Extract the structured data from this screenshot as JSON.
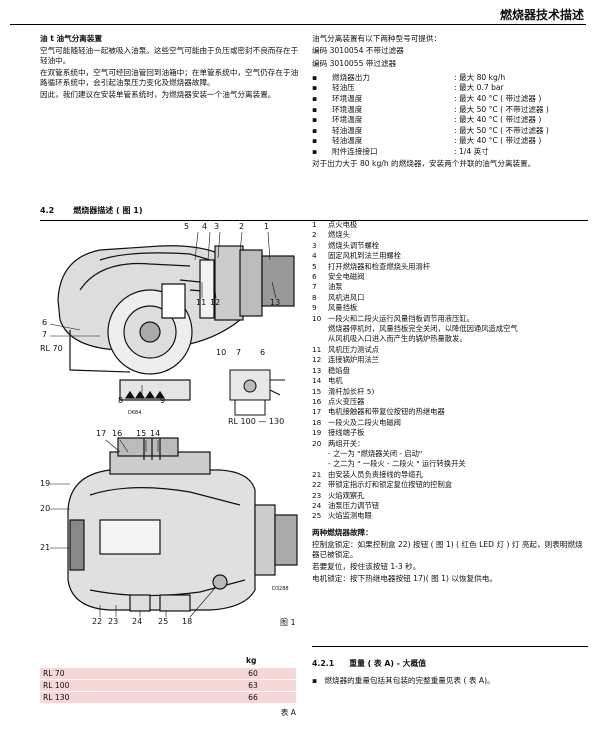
{
  "header": {
    "title": "燃烧器技术描述"
  },
  "left_top": {
    "heading": "油 t 油气分离装置",
    "p1": "空气可能随轻油一起被吸入油泵。这些空气可能由于负压或密封不良而存在于轻油中。",
    "p2": "在双管系统中，空气可经回油管回到油箱中；在单管系统中，空气仍存在于油路循环系统中，会引起油泵压力变化及燃烧器故障。",
    "p3": "因此，我们建议在安装单管系统时，为燃烧器安装一个油气分离装置。"
  },
  "right_top": {
    "intro": "油气分离装置有以下两种型号可提供：",
    "code1": "编码 3010054 不带过滤器",
    "code2": "编码 3010055 带过滤器",
    "specs": [
      {
        "label": "燃烧器出力",
        "value": ": 最大 80 kg/h"
      },
      {
        "label": "轻油压",
        "value": ": 最大 0.7 bar"
      },
      {
        "label": "环境温度",
        "value": ": 最大 40 °C ( 带过滤器 )"
      },
      {
        "label": "环境温度",
        "value": ": 最大 50 °C ( 不带过滤器 )"
      },
      {
        "label": "环境温度",
        "value": ": 最大 40 °C ( 带过滤器 )"
      },
      {
        "label": "轻油温度",
        "value": ": 最大 50 °C ( 不带过滤器 )"
      },
      {
        "label": "轻油温度",
        "value": ": 最大 40 °C ( 带过滤器 )"
      },
      {
        "label": "附件连接接口",
        "value": ": 1/4 英寸"
      }
    ],
    "note": "对于出力大于 80 kg/h 的燃烧器，安装两个并联的油气分离装置。"
  },
  "section42": {
    "num": "4.2",
    "title": "燃烧器描述 ( 图 1)"
  },
  "legend": [
    {
      "n": "1",
      "t": "点火电极"
    },
    {
      "n": "2",
      "t": "燃烧头"
    },
    {
      "n": "3",
      "t": "燃烧头调节螺栓"
    },
    {
      "n": "4",
      "t": "固定风机到法兰用螺栓"
    },
    {
      "n": "5",
      "t": "打开燃烧器和检查燃烧头用滑杆"
    },
    {
      "n": "6",
      "t": "安全电磁阀"
    },
    {
      "n": "7",
      "t": "油泵"
    },
    {
      "n": "8",
      "t": "风机进风口"
    },
    {
      "n": "9",
      "t": "风量挡板"
    },
    {
      "n": "10",
      "t": "一段火和二段火运行风量挡板调节用液压缸。"
    },
    {
      "n": "",
      "t": "燃烧器停机时，风量挡板完全关闭，以降低因通风造成空气"
    },
    {
      "n": "",
      "t": "从风机吸入口进入而产生的锅炉热量散发。"
    },
    {
      "n": "11",
      "t": "风机压力测试点"
    },
    {
      "n": "12",
      "t": "连接锅炉用法兰"
    },
    {
      "n": "13",
      "t": "稳焰盘"
    },
    {
      "n": "14",
      "t": "电机"
    },
    {
      "n": "15",
      "t": "滑杆加长杆 5)"
    },
    {
      "n": "16",
      "t": "点火变压器"
    },
    {
      "n": "17",
      "t": "电机接触器和带复位按钮的热继电器"
    },
    {
      "n": "18",
      "t": "一段火及二段火电磁阀"
    },
    {
      "n": "19",
      "t": "接线端子板"
    },
    {
      "n": "20",
      "t": "两组开关："
    },
    {
      "n": "",
      "t": "- 之一为 \"燃烧器关闭 - 启动\""
    },
    {
      "n": "",
      "t": "- 之二为 \" 一段火 - 二段火 \" 运行转换开关"
    },
    {
      "n": "21",
      "t": "由安装人员负责接线的导缆孔"
    },
    {
      "n": "22",
      "t": "带锁定指示灯和锁定复位按钮的控制盒"
    },
    {
      "n": "23",
      "t": "火焰观察孔"
    },
    {
      "n": "24",
      "t": "油泵压力调节钮"
    },
    {
      "n": "25",
      "t": "火焰监测电眼"
    }
  ],
  "faults": {
    "title": "两种燃烧器故障：",
    "p1": "控制盒锁定：如果控制盒 22) 按钮 ( 图 1) ( 红色 LED 灯 ) 灯 亮起，则表明燃烧器已被锁定。",
    "p2": "若要复位，按住该按钮 1-3 秒。",
    "p3": "电机锁定：按下热继电器按钮 17)( 图 1) 以恢复供电。"
  },
  "figure": {
    "model1": "RL 70",
    "model2": "RL 100 — 130",
    "code1": "D684",
    "code2": "D3288",
    "caption": "图 1",
    "top_callouts": [
      "5",
      "4",
      "3",
      "2",
      "1"
    ],
    "left_callouts": [
      "6",
      "7"
    ],
    "mid_callouts": [
      "11",
      "12",
      "13"
    ],
    "mid2_callouts": [
      "10",
      "7",
      "6"
    ],
    "bottom_callouts": [
      "8",
      "9"
    ],
    "top2_callouts": [
      "17",
      "16",
      "15",
      "14"
    ],
    "left2_callouts": [
      "19",
      "20",
      "21"
    ],
    "bottom2_callouts": [
      "22",
      "23",
      "24",
      "25",
      "18"
    ]
  },
  "weights_table": {
    "unit": "kg",
    "rows": [
      {
        "model": "RL 70",
        "kg": "60"
      },
      {
        "model": "RL 100",
        "kg": "63"
      },
      {
        "model": "RL 130",
        "kg": "66"
      }
    ],
    "caption": "表 A"
  },
  "section421": {
    "num": "4.2.1",
    "title": "重量 ( 表 A) - 大概值",
    "text": "燃烧器的重量包括其包装的完整重量见表 ( 表 A)。"
  },
  "colors": {
    "table_row": "#f6d6d6"
  }
}
